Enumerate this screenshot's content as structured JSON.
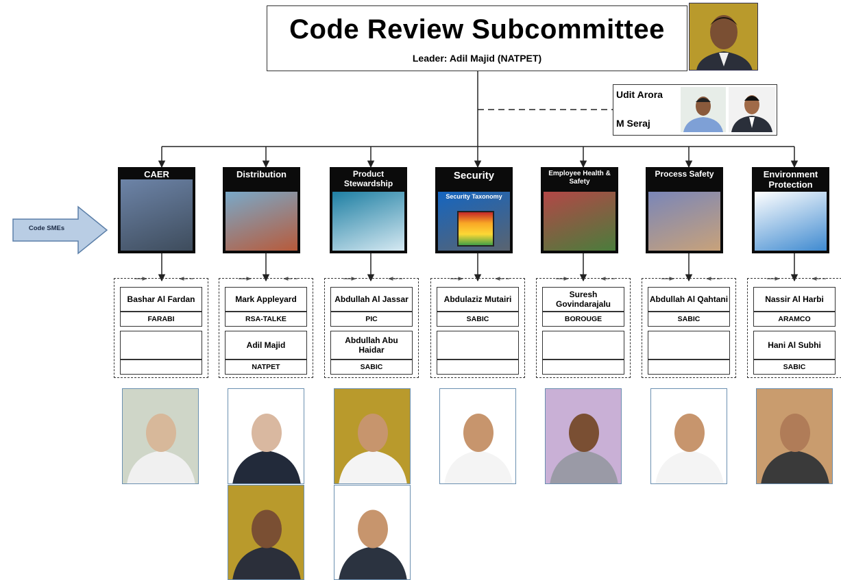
{
  "header": {
    "title": "Code Review Subcommittee",
    "leader": "Leader: Adil Majid (NATPET)"
  },
  "advisors": [
    {
      "name": "Udit Arora"
    },
    {
      "name": "M Seraj"
    }
  ],
  "sme_arrow_label": "Code SMEs",
  "categories": [
    {
      "label": "CAER",
      "members": [
        {
          "name": "Bashar Al Fardan",
          "org": "FARABI"
        },
        {
          "name": "",
          "org": ""
        }
      ]
    },
    {
      "label": "Distribution",
      "members": [
        {
          "name": "Mark Appleyard",
          "org": "RSA-TALKE"
        },
        {
          "name": "Adil Majid",
          "org": "NATPET"
        }
      ]
    },
    {
      "label": "Product Stewardship",
      "members": [
        {
          "name": "Abdullah Al Jassar",
          "org": "PIC"
        },
        {
          "name": "Abdullah Abu Haidar",
          "org": "SABIC"
        }
      ]
    },
    {
      "label": "Security",
      "tile_caption": "Security Taxonomy",
      "members": [
        {
          "name": "Abdulaziz Mutairi",
          "org": "SABIC"
        },
        {
          "name": "",
          "org": ""
        }
      ]
    },
    {
      "label": "Employee Health & Safety",
      "members": [
        {
          "name": "Suresh Govindarajalu",
          "org": "BOROUGE"
        },
        {
          "name": "",
          "org": ""
        }
      ]
    },
    {
      "label": "Process Safety",
      "members": [
        {
          "name": "Abdullah Al Qahtani",
          "org": "SABIC"
        },
        {
          "name": "",
          "org": ""
        }
      ]
    },
    {
      "label": "Environment Protection",
      "members": [
        {
          "name": "Nassir Al Harbi",
          "org": "ARAMCO"
        },
        {
          "name": "Hani Al Subhi",
          "org": "SABIC"
        }
      ]
    }
  ],
  "colors": {
    "arrow_fill": "#b9cde4",
    "arrow_stroke": "#5b7fa8",
    "tile_bg": "#0b0b0b",
    "photo_border": "#6a8fb0"
  }
}
